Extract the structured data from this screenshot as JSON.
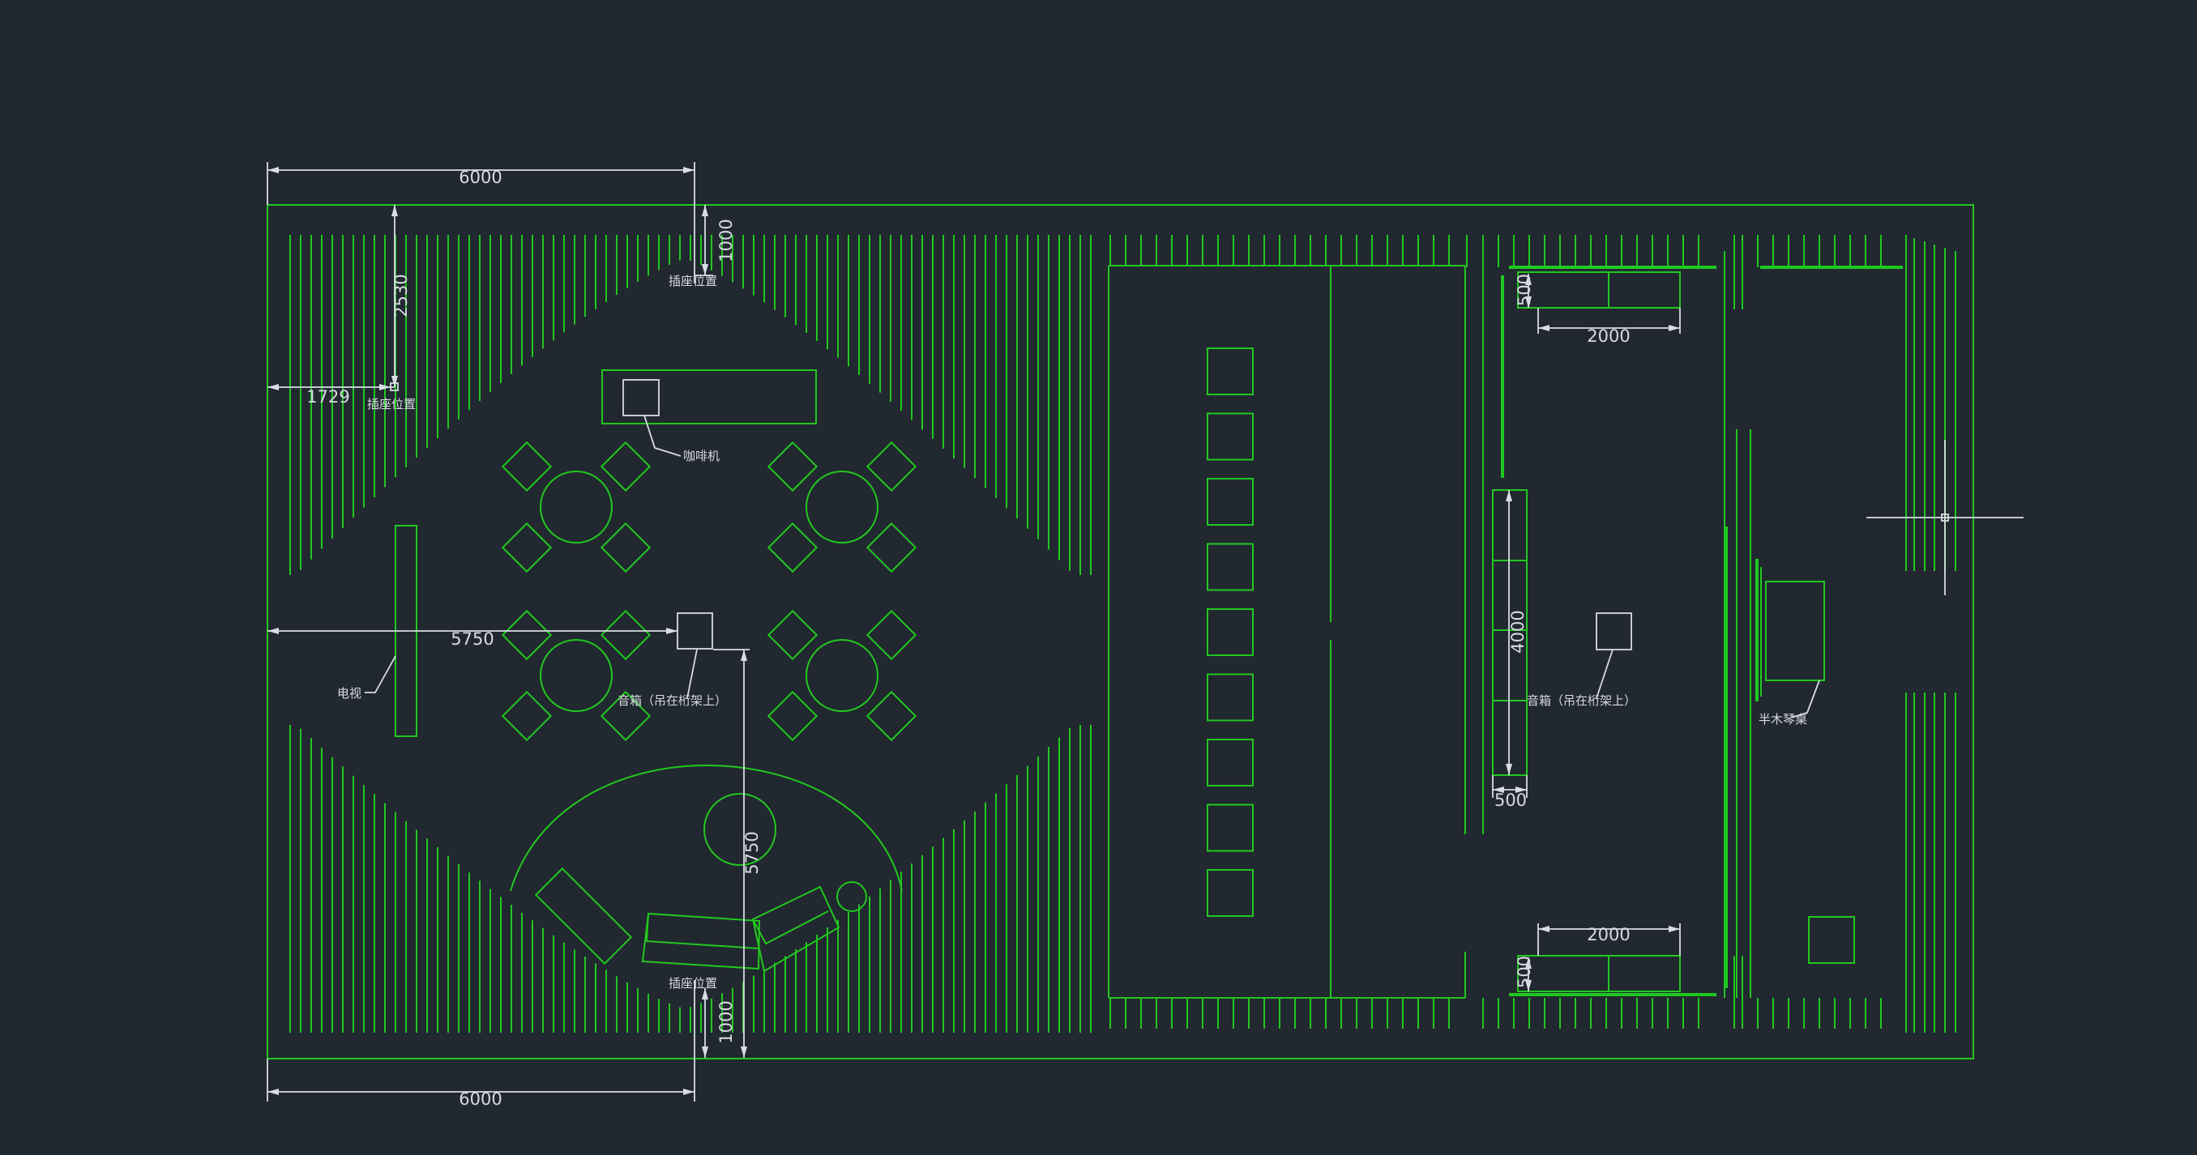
{
  "dimensions": {
    "top_width": "6000",
    "bottom_width": "6000",
    "top_outlet_offset": "1000",
    "bottom_outlet_offset": "1000",
    "left_outlet_height": "2530",
    "left_outlet_offset": "1729",
    "mid_width": "5750",
    "mid_height": "5750",
    "top_sofa_depth": "500",
    "top_sofa_length": "2000",
    "side_bar_length": "4000",
    "side_bar_depth": "500",
    "bottom_sofa_length": "2000",
    "bottom_sofa_depth": "500"
  },
  "labels": {
    "outlet_top": "插座位置",
    "outlet_left": "插座位置",
    "outlet_bottom": "插座位置",
    "coffee_machine": "咖啡机",
    "tv": "电视",
    "speaker_left": "音箱（吊在桁架上）",
    "speaker_right": "音箱（吊在桁架上）",
    "piano": "半木琴桌"
  },
  "colors": {
    "background": "#212830",
    "structure": "#22c71f",
    "dimension": "#d8dde2"
  }
}
